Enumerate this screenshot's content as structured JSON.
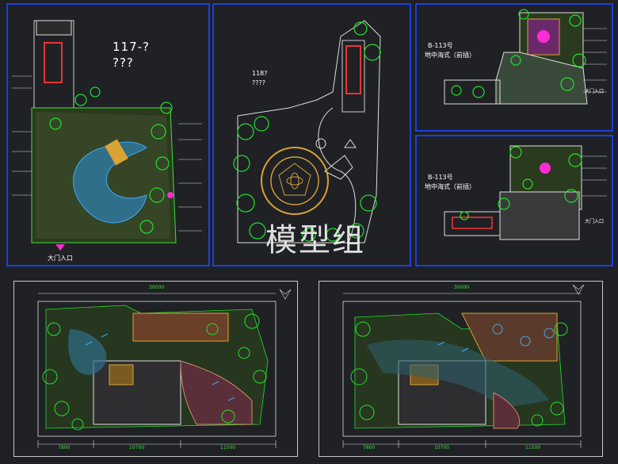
{
  "panels": {
    "p1": {
      "title": "117-?",
      "subtitle": "???",
      "entrance": "大门入口"
    },
    "p2": {
      "title": "118?",
      "subtitle": "????"
    },
    "p3": {
      "title": "B-113号",
      "subtitle": "地中海式（前插）",
      "entry": "大门入口"
    },
    "p4": {
      "title": "B-113号",
      "subtitle": "地中海式（前插）",
      "entry": "大门入口"
    },
    "p5": {
      "dim_top": "30000",
      "dim_b1": "7800",
      "dim_b2": "10700",
      "dim_b3": "11500"
    },
    "p6": {
      "dim_top": "30000",
      "dim_b1": "7800",
      "dim_b2": "10700",
      "dim_b3": "11500"
    }
  },
  "watermark": "模型组",
  "colors": {
    "border": "#1b3fe0",
    "plant": "#22e02a",
    "water": "#3fa9f5",
    "path": "#e0e0e0",
    "accent": "#ff2bd6"
  }
}
